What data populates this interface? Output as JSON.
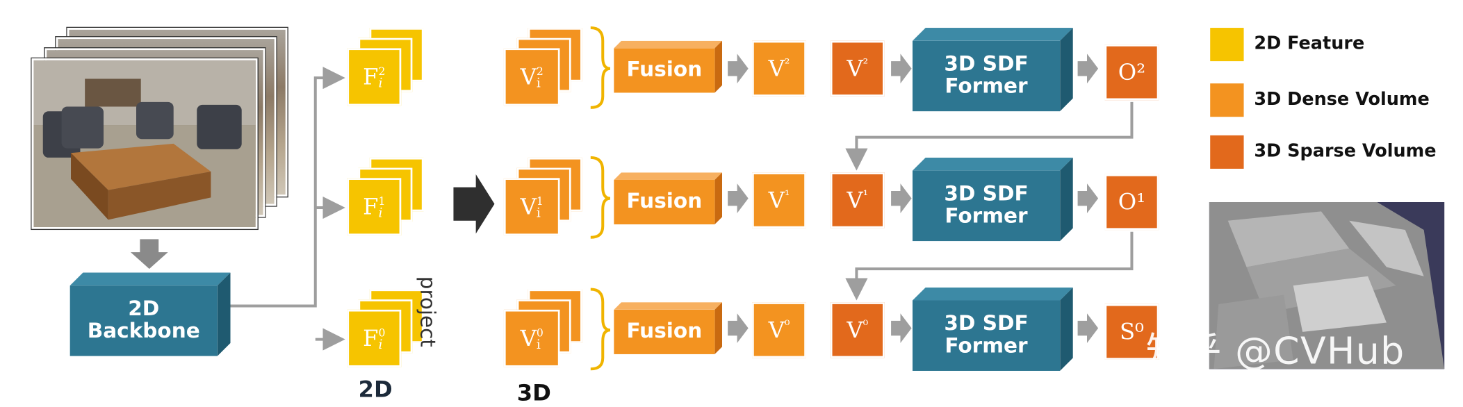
{
  "backbone": {
    "label_line1": "2D",
    "label_line2": "Backbone"
  },
  "feature_labels": {
    "f2": "F",
    "f1": "F",
    "f0": "F",
    "sub": "i",
    "sup2": "2",
    "sup1": "1",
    "sup0": "0"
  },
  "project_label": "project",
  "captions": {
    "two_d": "2D",
    "three_d": "3D"
  },
  "volume_labels": {
    "base": "V",
    "sub": "i"
  },
  "fusion_label": "Fusion",
  "former": {
    "line1": "3D SDF",
    "line2": "Former"
  },
  "outputs": {
    "o2": "O²",
    "o1": "O¹",
    "s0": "S⁰"
  },
  "levels": [
    "²",
    "¹",
    "⁰"
  ],
  "legend": [
    {
      "label": "2D Feature",
      "color": "#f6c400"
    },
    {
      "label": "3D Dense Volume",
      "color": "#f39320"
    },
    {
      "label": "3D Sparse Volume",
      "color": "#e2691c"
    }
  ],
  "watermark": "知乎 @CVHub",
  "colors": {
    "feature": "#f6c400",
    "dense": "#f39320",
    "sparse": "#e2691c",
    "former": "#2d7691",
    "arrow": "#9e9e9e",
    "brace": "#f0b400"
  }
}
